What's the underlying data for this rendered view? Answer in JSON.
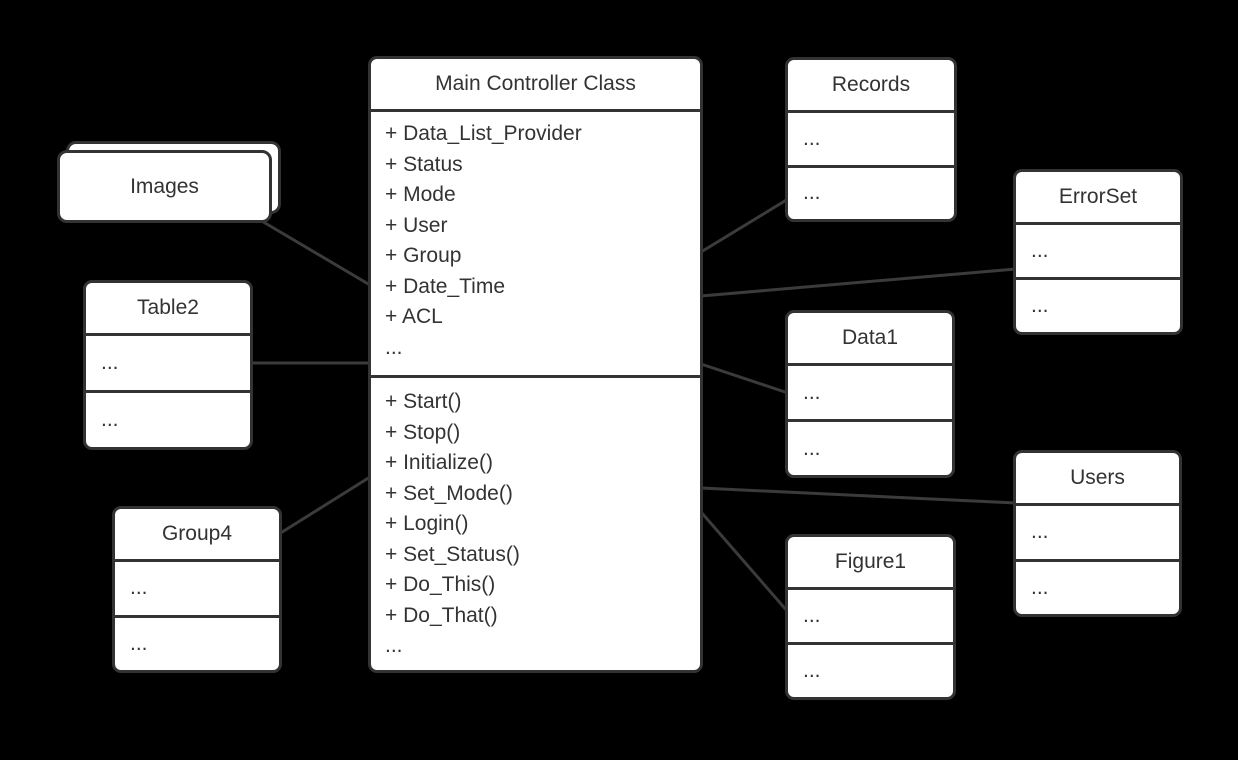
{
  "colors": {
    "background": "#000000",
    "box_fill": "#ffffff",
    "stroke": "#333333",
    "text": "#333333",
    "connector": "#3b3b3b"
  },
  "diagram": {
    "main_class": {
      "title": "Main Controller Class",
      "attributes": [
        "+ Data_List_Provider",
        "+ Status",
        "+ Mode",
        "+ User",
        "+ Group",
        "+ Date_Time",
        "+ ACL",
        "..."
      ],
      "methods": [
        "+ Start()",
        "+ Stop()",
        "+ Initialize()",
        "+ Set_Mode()",
        "+ Login()",
        "+ Set_Status()",
        "+ Do_This()",
        "+ Do_That()",
        "..."
      ]
    },
    "images": {
      "title": "Images"
    },
    "table2": {
      "title": "Table2",
      "rows": [
        "...",
        "..."
      ]
    },
    "group4": {
      "title": "Group4",
      "rows": [
        "...",
        "..."
      ]
    },
    "records": {
      "title": "Records",
      "rows": [
        "...",
        "..."
      ]
    },
    "errorset": {
      "title": "ErrorSet",
      "rows": [
        "...",
        "..."
      ]
    },
    "data1": {
      "title": "Data1",
      "rows": [
        "...",
        "..."
      ]
    },
    "users": {
      "title": "Users",
      "rows": [
        "...",
        "..."
      ]
    },
    "figure1": {
      "title": "Figure1",
      "rows": [
        "...",
        "..."
      ]
    }
  }
}
